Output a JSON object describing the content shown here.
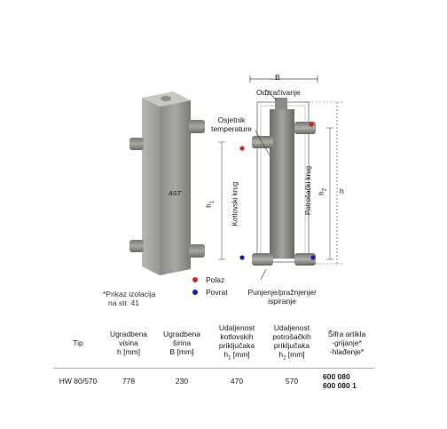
{
  "figure": {
    "dimension_b": "B",
    "odzracivanje": "Odzračivanje",
    "osjetnik_line1": "Osjetnik",
    "osjetnik_line2": "temperature",
    "kotlovski_krug": "Kotlovski krug",
    "potrosacki_krug": "Potrošački krug",
    "h1": "h",
    "h1_sub": "1",
    "h2": "h",
    "h2_sub": "2",
    "h": "h",
    "punjenje_line1": "Punjenje/pražnjenje/",
    "punjenje_line2": "ispiranje",
    "logo_text": "AST",
    "legend": {
      "polaz": "Polaz",
      "povrat": "Povrat",
      "polaz_color": "#e02020",
      "povrat_color": "#1a1acc"
    },
    "note_line1": "*Prikaz izolacija",
    "note_line2": "na str. 41"
  },
  "table": {
    "headers": {
      "tip": "Tip",
      "visina_1": "Ugradbena",
      "visina_2": "visina",
      "visina_3": "h [mm]",
      "sirina_1": "Ugradbena",
      "sirina_2": "širina",
      "sirina_3": "B [mm]",
      "kotl_1": "Udaljenost",
      "kotl_2": "kotlovskih",
      "kotl_3": "priključaka",
      "kotl_4a": "h",
      "kotl_4sub": "1",
      "kotl_4b": " [mm]",
      "potr_1": "Udaljenost",
      "potr_2": "potrošačkih",
      "potr_3": "priključaka",
      "potr_4a": "h",
      "potr_4sub": "2",
      "potr_4b": " [mm]",
      "sifra_1": "Šifra artikla",
      "sifra_2": "-grijanje*",
      "sifra_3": "-hlađenje*"
    },
    "row": {
      "tip": "HW 80/570",
      "visina": "778",
      "sirina": "230",
      "h1": "470",
      "h2": "570",
      "sifra_1": "600 080",
      "sifra_2": "600 080 1"
    }
  }
}
